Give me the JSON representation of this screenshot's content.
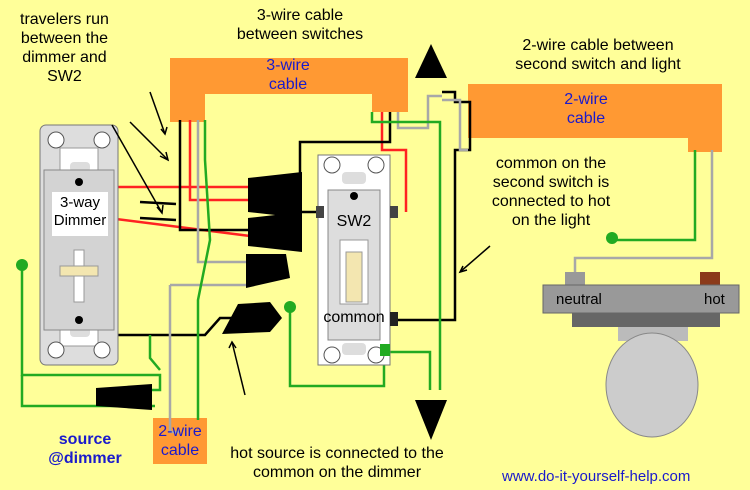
{
  "labels": {
    "travelers_note": [
      "travelers run",
      "between the",
      "dimmer and",
      "SW2"
    ],
    "three_wire_title": [
      "3-wire cable",
      "between switches"
    ],
    "three_wire_cable": [
      "3-wire",
      "cable"
    ],
    "two_wire_title": [
      "2-wire cable between",
      "second switch and light"
    ],
    "two_wire_cable_top": [
      "2-wire",
      "cable"
    ],
    "common_note": [
      "common on the",
      "second switch is",
      "connected to hot",
      "on the light"
    ],
    "dimmer": [
      "3-way",
      "Dimmer"
    ],
    "sw2": "SW2",
    "common": "common",
    "neutral": "neutral",
    "hot": "hot",
    "source": [
      "source",
      "@dimmer"
    ],
    "two_wire_cable_bottom": [
      "2-wire",
      "cable"
    ],
    "hot_source_note": [
      "hot source is connected to the",
      "common on the dimmer"
    ],
    "website": "www.do-it-yourself-help.com"
  },
  "colors": {
    "background": "#ffff99",
    "cable_sheath": "#ff9933",
    "wire_black": "#000000",
    "wire_red": "#ff2222",
    "wire_white": "#a8a8a8",
    "wire_ground": "#22aa22",
    "label_blue": "#1a1acc"
  }
}
